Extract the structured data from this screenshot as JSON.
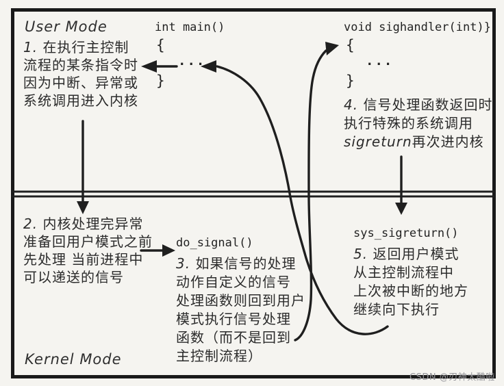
{
  "colors": {
    "ink": "#1f1f1f",
    "background": "#f5f4f0",
    "watermark_gray": "#96969b"
  },
  "modes": {
    "user_label": "User Mode",
    "kernel_label": "Kernel Mode"
  },
  "code": {
    "main": {
      "title": "int main()",
      "open": "{",
      "body": "...",
      "close": "}"
    },
    "sighandler": {
      "title": "void sighandler(int)}",
      "open": "{",
      "body": "...",
      "close": "}"
    },
    "do_signal_label": "do_signal()",
    "sys_sigreturn_label": "sys_sigreturn()"
  },
  "steps": {
    "step1": {
      "lines": [
        "1. 在执行主控制",
        "流程的某条指令时",
        "因为中断、异常或",
        "系统调用进入内核"
      ]
    },
    "step2": {
      "lines": [
        "2. 内核处理完异常",
        "准备回用户模式之前",
        "先处理 当前进程中",
        "可以递送的信号"
      ]
    },
    "step3": {
      "lines": [
        "3. 如果信号的处理",
        "动作自定义的信号",
        "处理函数则回到用户",
        "模式执行信号处理",
        "函数（而不是回到",
        "主控制流程）"
      ]
    },
    "step4": {
      "lines": [
        "4. 信号处理函数返回时",
        "执行特殊的系统调用",
        "sigreturn再次进内核"
      ]
    },
    "step5": {
      "lines": [
        "5. 返回用户模式",
        "从主控制流程中",
        "上次被中断的地方",
        "继续向下执行"
      ]
    }
  },
  "watermark_text": "CSDN @刃神太酷啦"
}
